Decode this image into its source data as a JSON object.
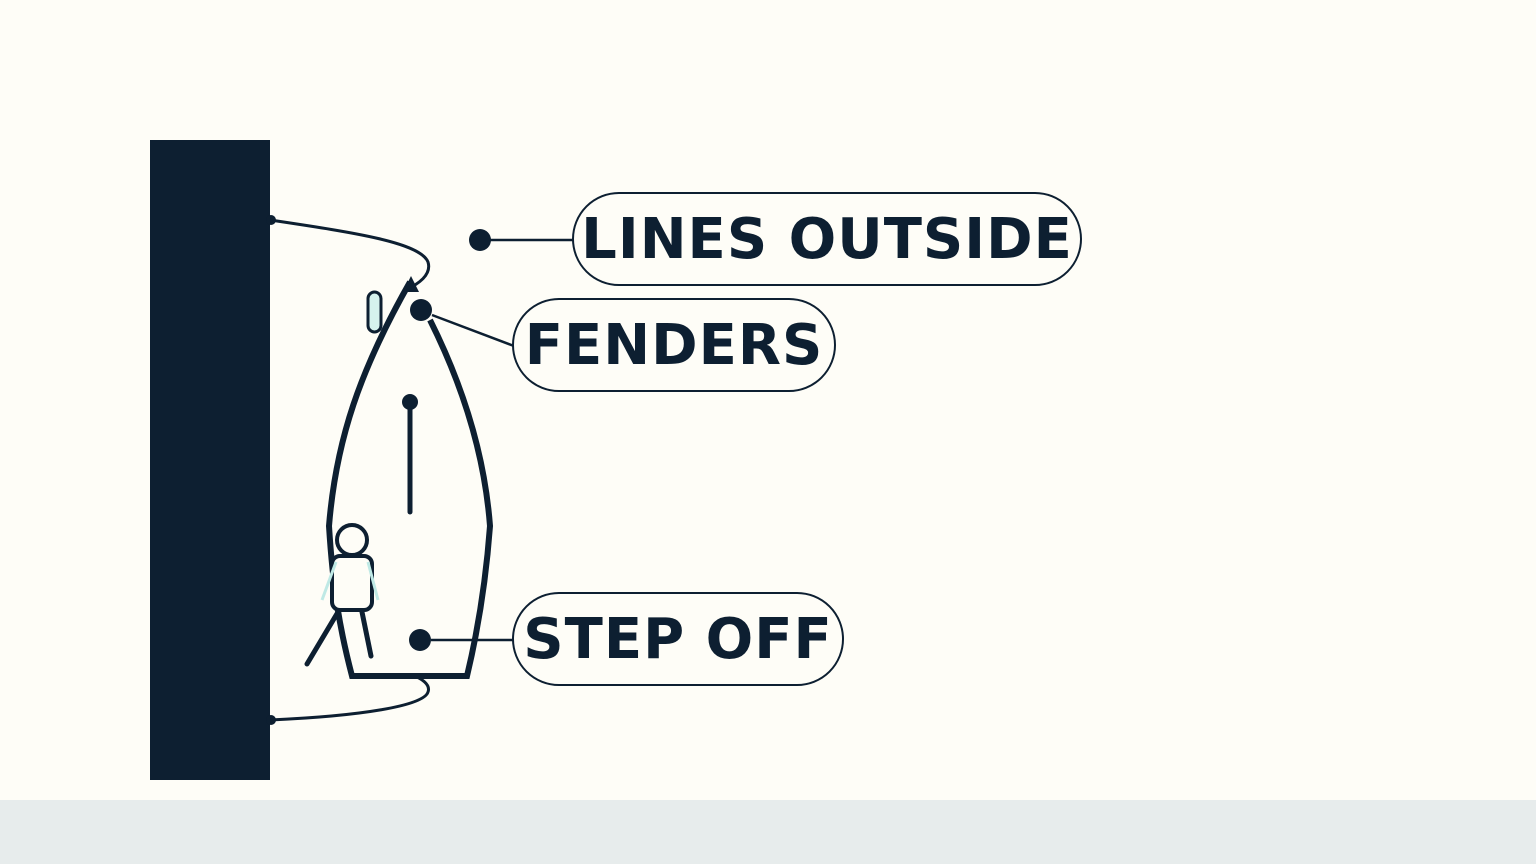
{
  "labels": {
    "lines_outside": "LINES OUTSIDE",
    "fenders": "FENDERS",
    "step_off": "STEP OFF"
  },
  "colors": {
    "ink": "#0d1f31",
    "background": "#fefdf7",
    "footer": "#e7ecec",
    "fender_fill": "#d6f3ee",
    "arm_accent": "#bfe9e5"
  }
}
